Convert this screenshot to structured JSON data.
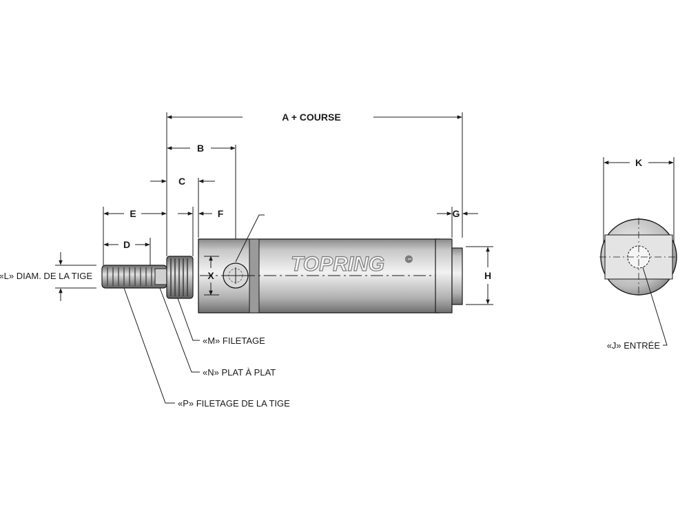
{
  "dimensions": {
    "a_course": "A + COURSE",
    "b": "B",
    "c": "C",
    "d": "D",
    "e": "E",
    "f": "F",
    "g": "G",
    "h": "H",
    "k": "K",
    "x": "X"
  },
  "callouts": {
    "l_rod_diameter": "«L» DIAM. DE LA TIGE",
    "m_thread": "«M» FILETAGE",
    "n_flats": "«N» PLAT À PLAT",
    "p_rod_thread": "«P» FILETAGE DE LA TIGE",
    "j_inlet": "«J» ENTRÉE"
  },
  "brand": {
    "logo_text": "TOPRING",
    "logo_mark": "©"
  }
}
